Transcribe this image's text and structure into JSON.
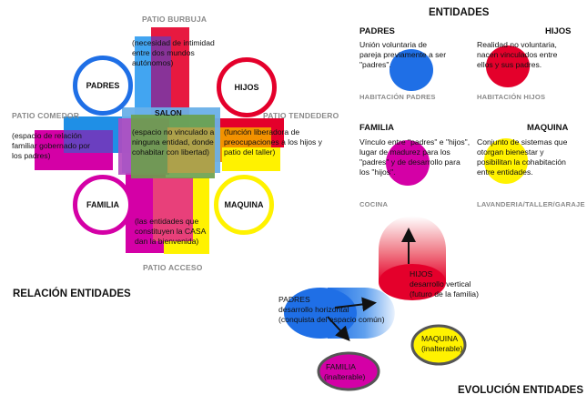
{
  "left_diagram": {
    "title": "RELACIÓN ENTIDADES",
    "labels": {
      "patio_burbuja": "PATIO BURBUJA",
      "patio_comedor": "PATIO COMEDOR",
      "patio_tendedero": "PATIO TENDEDERO",
      "patio_acceso": "PATIO ACCESO",
      "salon": "SALON"
    },
    "circles": {
      "padres": "PADRES",
      "hijos": "HIJOS",
      "familia": "FAMILIA",
      "maquina": "MAQUINA"
    },
    "notes": {
      "burbuja": "(necesidad de intimidad entre dos mundos autónomos)",
      "comedor": "(espacio de relación familiar gobernado por los padres)",
      "salon": "(espacio no vinculado a ninguna entidad, donde cohabitar con libertad)",
      "tendedero": "(función liberadora de preocupaciones a los hijos y patio del taller)",
      "acceso": "(las entidades que constituyen la CASA dan la bienvenida)"
    }
  },
  "entities": {
    "title": "ENTIDADES",
    "padres": {
      "name": "PADRES",
      "text": "Unión voluntaria de pareja previamente a ser \"padres\".",
      "room": "HABITACIÓN PADRES"
    },
    "hijos": {
      "name": "HIJOS",
      "text": "Realidad no voluntaria, nacen vinculados entre ellos y sus padres.",
      "room": "HABITACIÓN HIJOS"
    },
    "familia": {
      "name": "FAMILIA",
      "text": "Vínculo entre \"padres\" e \"hijos\", lugar de madurez para los \"padres\" y de desarrollo para los \"hijos\".",
      "room": "COCINA"
    },
    "maquina": {
      "name": "MAQUINA",
      "text": "Conjunto de sistemas que otorgan bienestar y posibilitan la cohabitación entre entidades.",
      "room": "LAVANDERIA/TALLER/GARAJE"
    }
  },
  "evolution": {
    "title": "EVOLUCIÓN ENTIDADES",
    "hijos": {
      "name": "HIJOS",
      "text1": "desarrollo vertical",
      "text2": "(futuro de la familia)"
    },
    "padres": {
      "name": "PADRES",
      "text1": "desarrollo horizontal",
      "text2": "(conquista del espacio común)"
    },
    "maquina": {
      "name": "MAQUINA",
      "text2": "(inalterable)"
    },
    "familia": {
      "name": "FAMILIA",
      "text2": "(inalterable)"
    }
  },
  "colors": {
    "blue": "#1f6fe6",
    "red": "#e4002b",
    "magenta": "#d400a6",
    "yellow": "#fff200",
    "orange": "#f39200",
    "green": "#5aa02c"
  }
}
